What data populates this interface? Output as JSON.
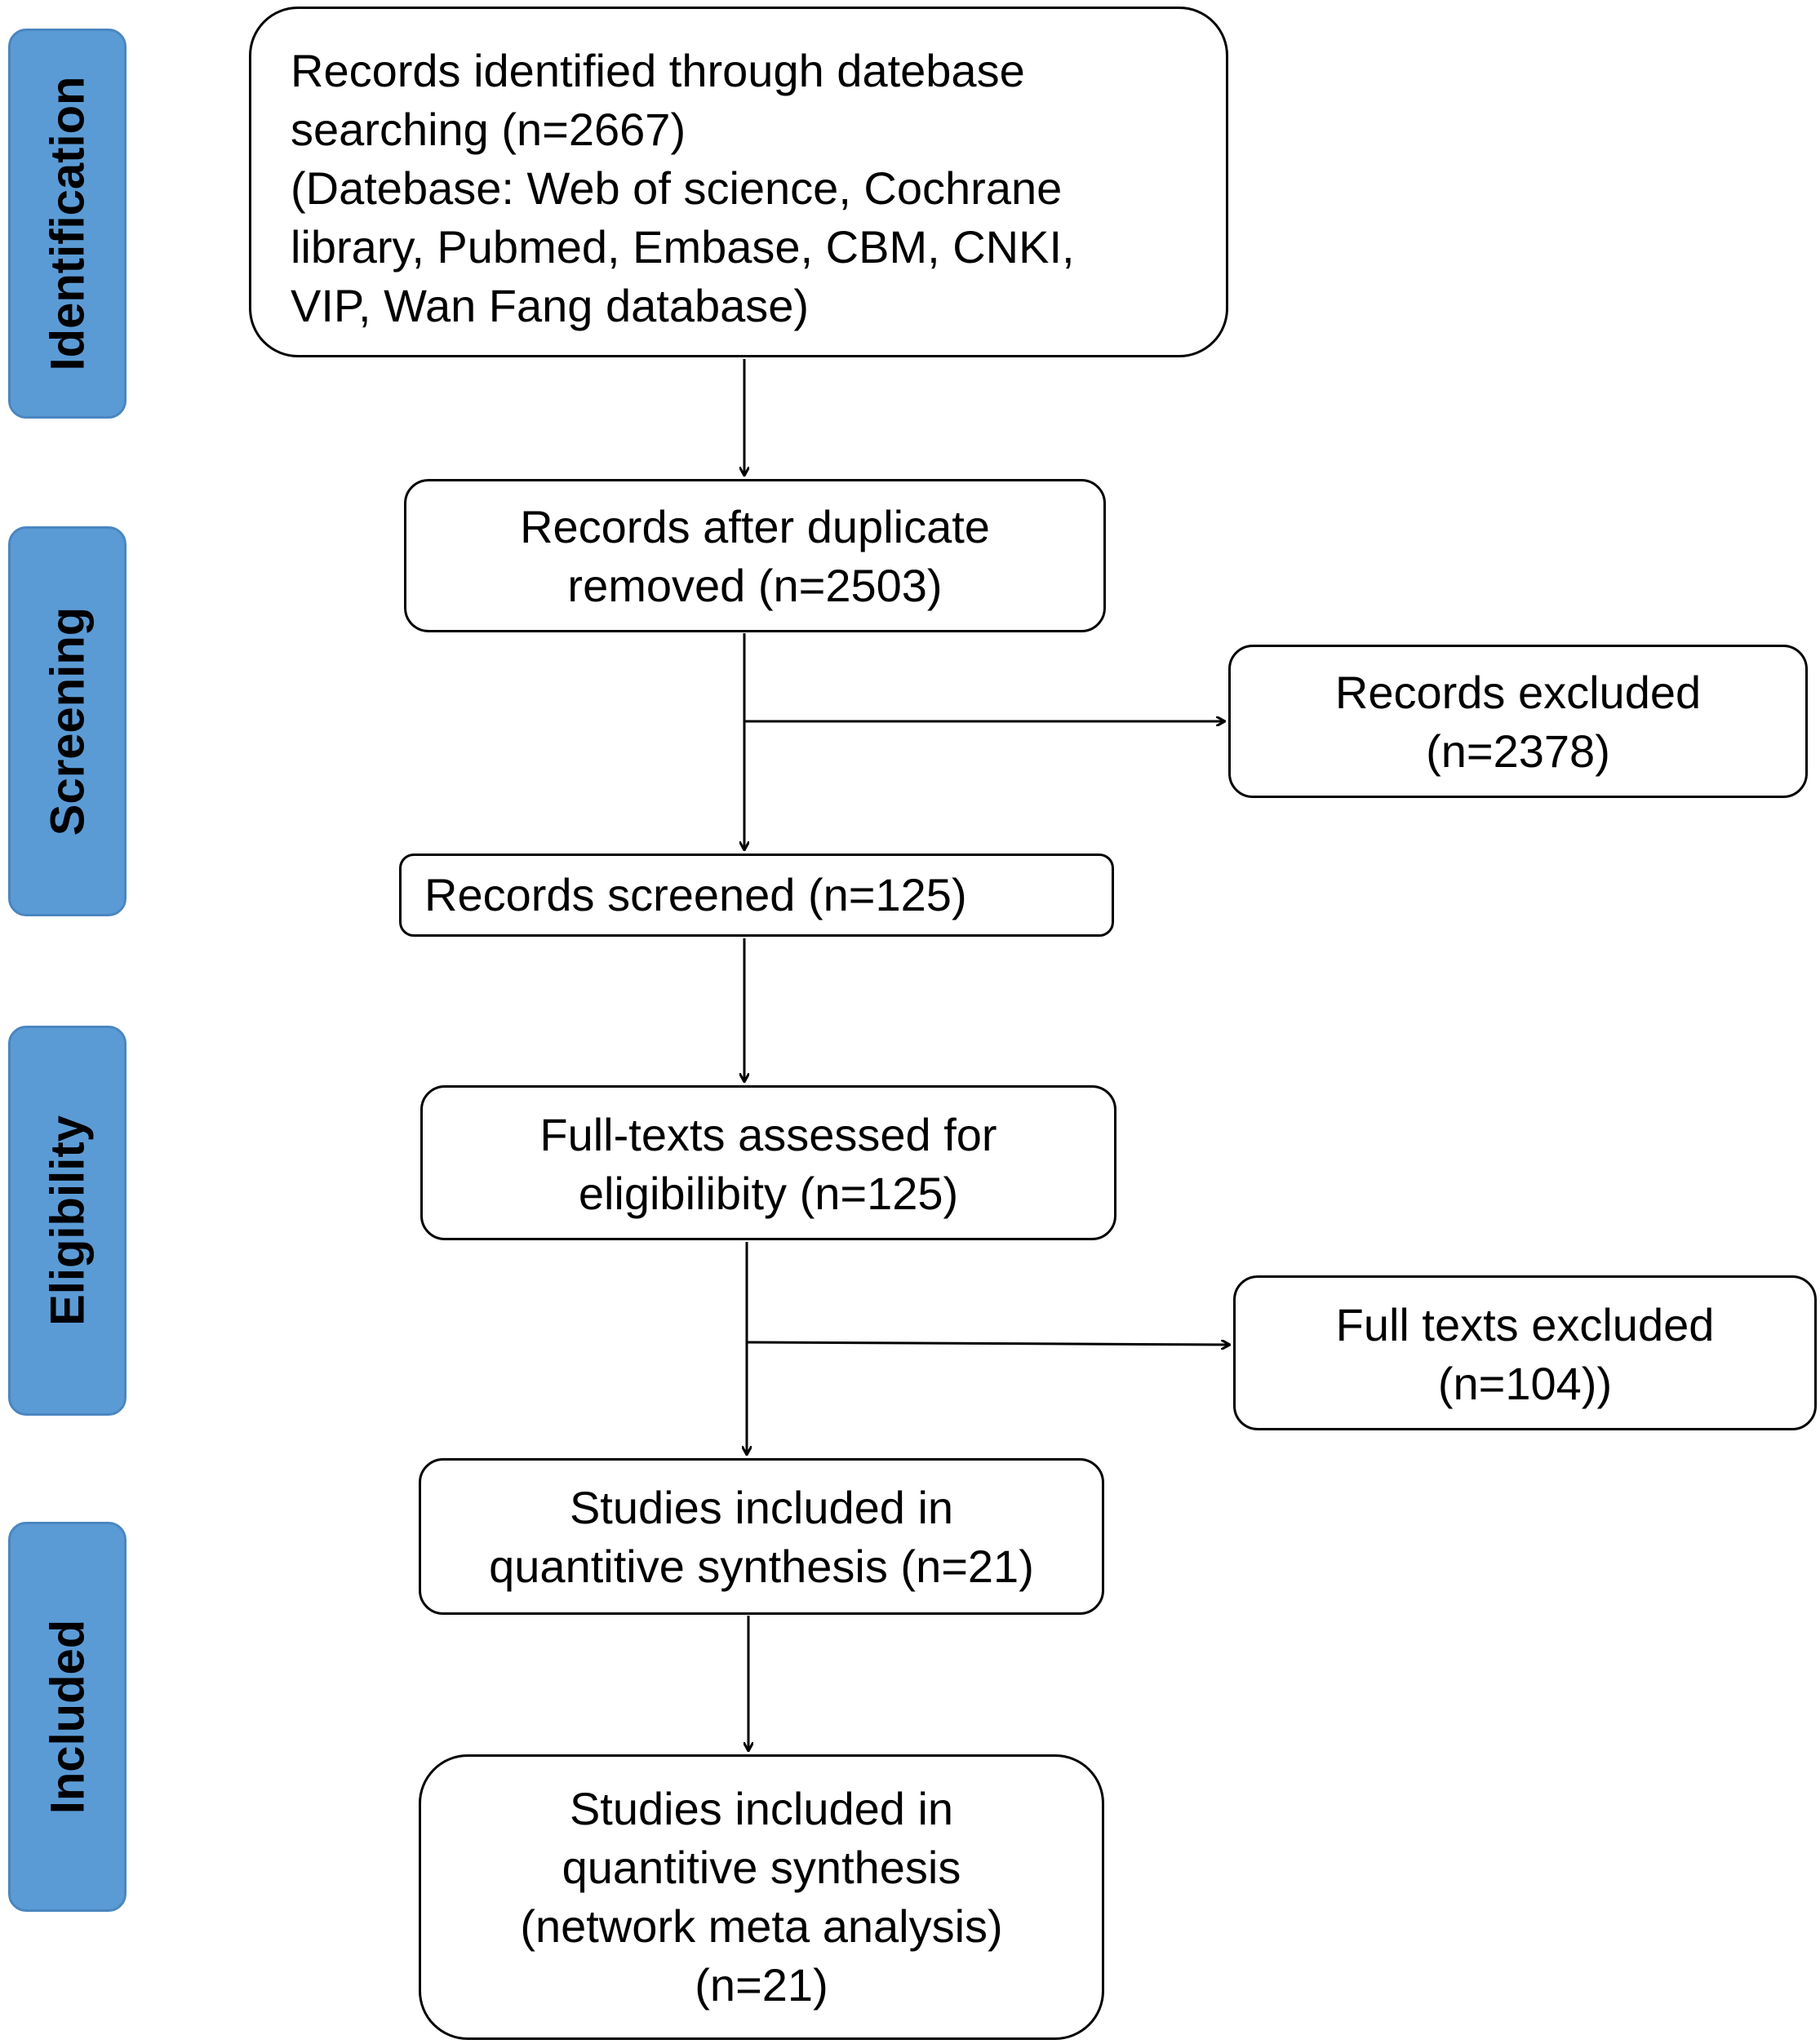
{
  "stages": {
    "identification": "Identification",
    "screening": "Screening",
    "eligibility": "Eligibility",
    "included": "Included"
  },
  "boxes": {
    "identified": {
      "lines": [
        "Records identified through datebase",
        "searching (n=2667)",
        "(Datebase: Web of science, Cochrane",
        "library, Pubmed, Embase, CBM, CNKI,",
        "VIP, Wan Fang database)"
      ]
    },
    "duplicates_removed": {
      "lines": [
        "Records after duplicate",
        "removed (n=2503)"
      ]
    },
    "records_excluded": {
      "lines": [
        "Records excluded",
        "(n=2378)"
      ]
    },
    "records_screened": {
      "lines": [
        "Records screened (n=125)"
      ]
    },
    "fulltext_assessed": {
      "lines": [
        "Full-texts assessed for",
        "eligibilibity (n=125)"
      ]
    },
    "fulltext_excluded": {
      "lines": [
        "Full texts excluded",
        "(n=104))"
      ]
    },
    "included_quantitative": {
      "lines": [
        "Studies included in",
        "quantitive synthesis (n=21)"
      ]
    },
    "included_nma": {
      "lines": [
        "Studies included in",
        "quantitive synthesis",
        "(network meta analysis)",
        "(n=21)"
      ]
    }
  },
  "colors": {
    "stage_fill": "#5b9bd5",
    "stage_border": "#4a86c0",
    "box_border": "#000000",
    "arrow": "#000000"
  }
}
